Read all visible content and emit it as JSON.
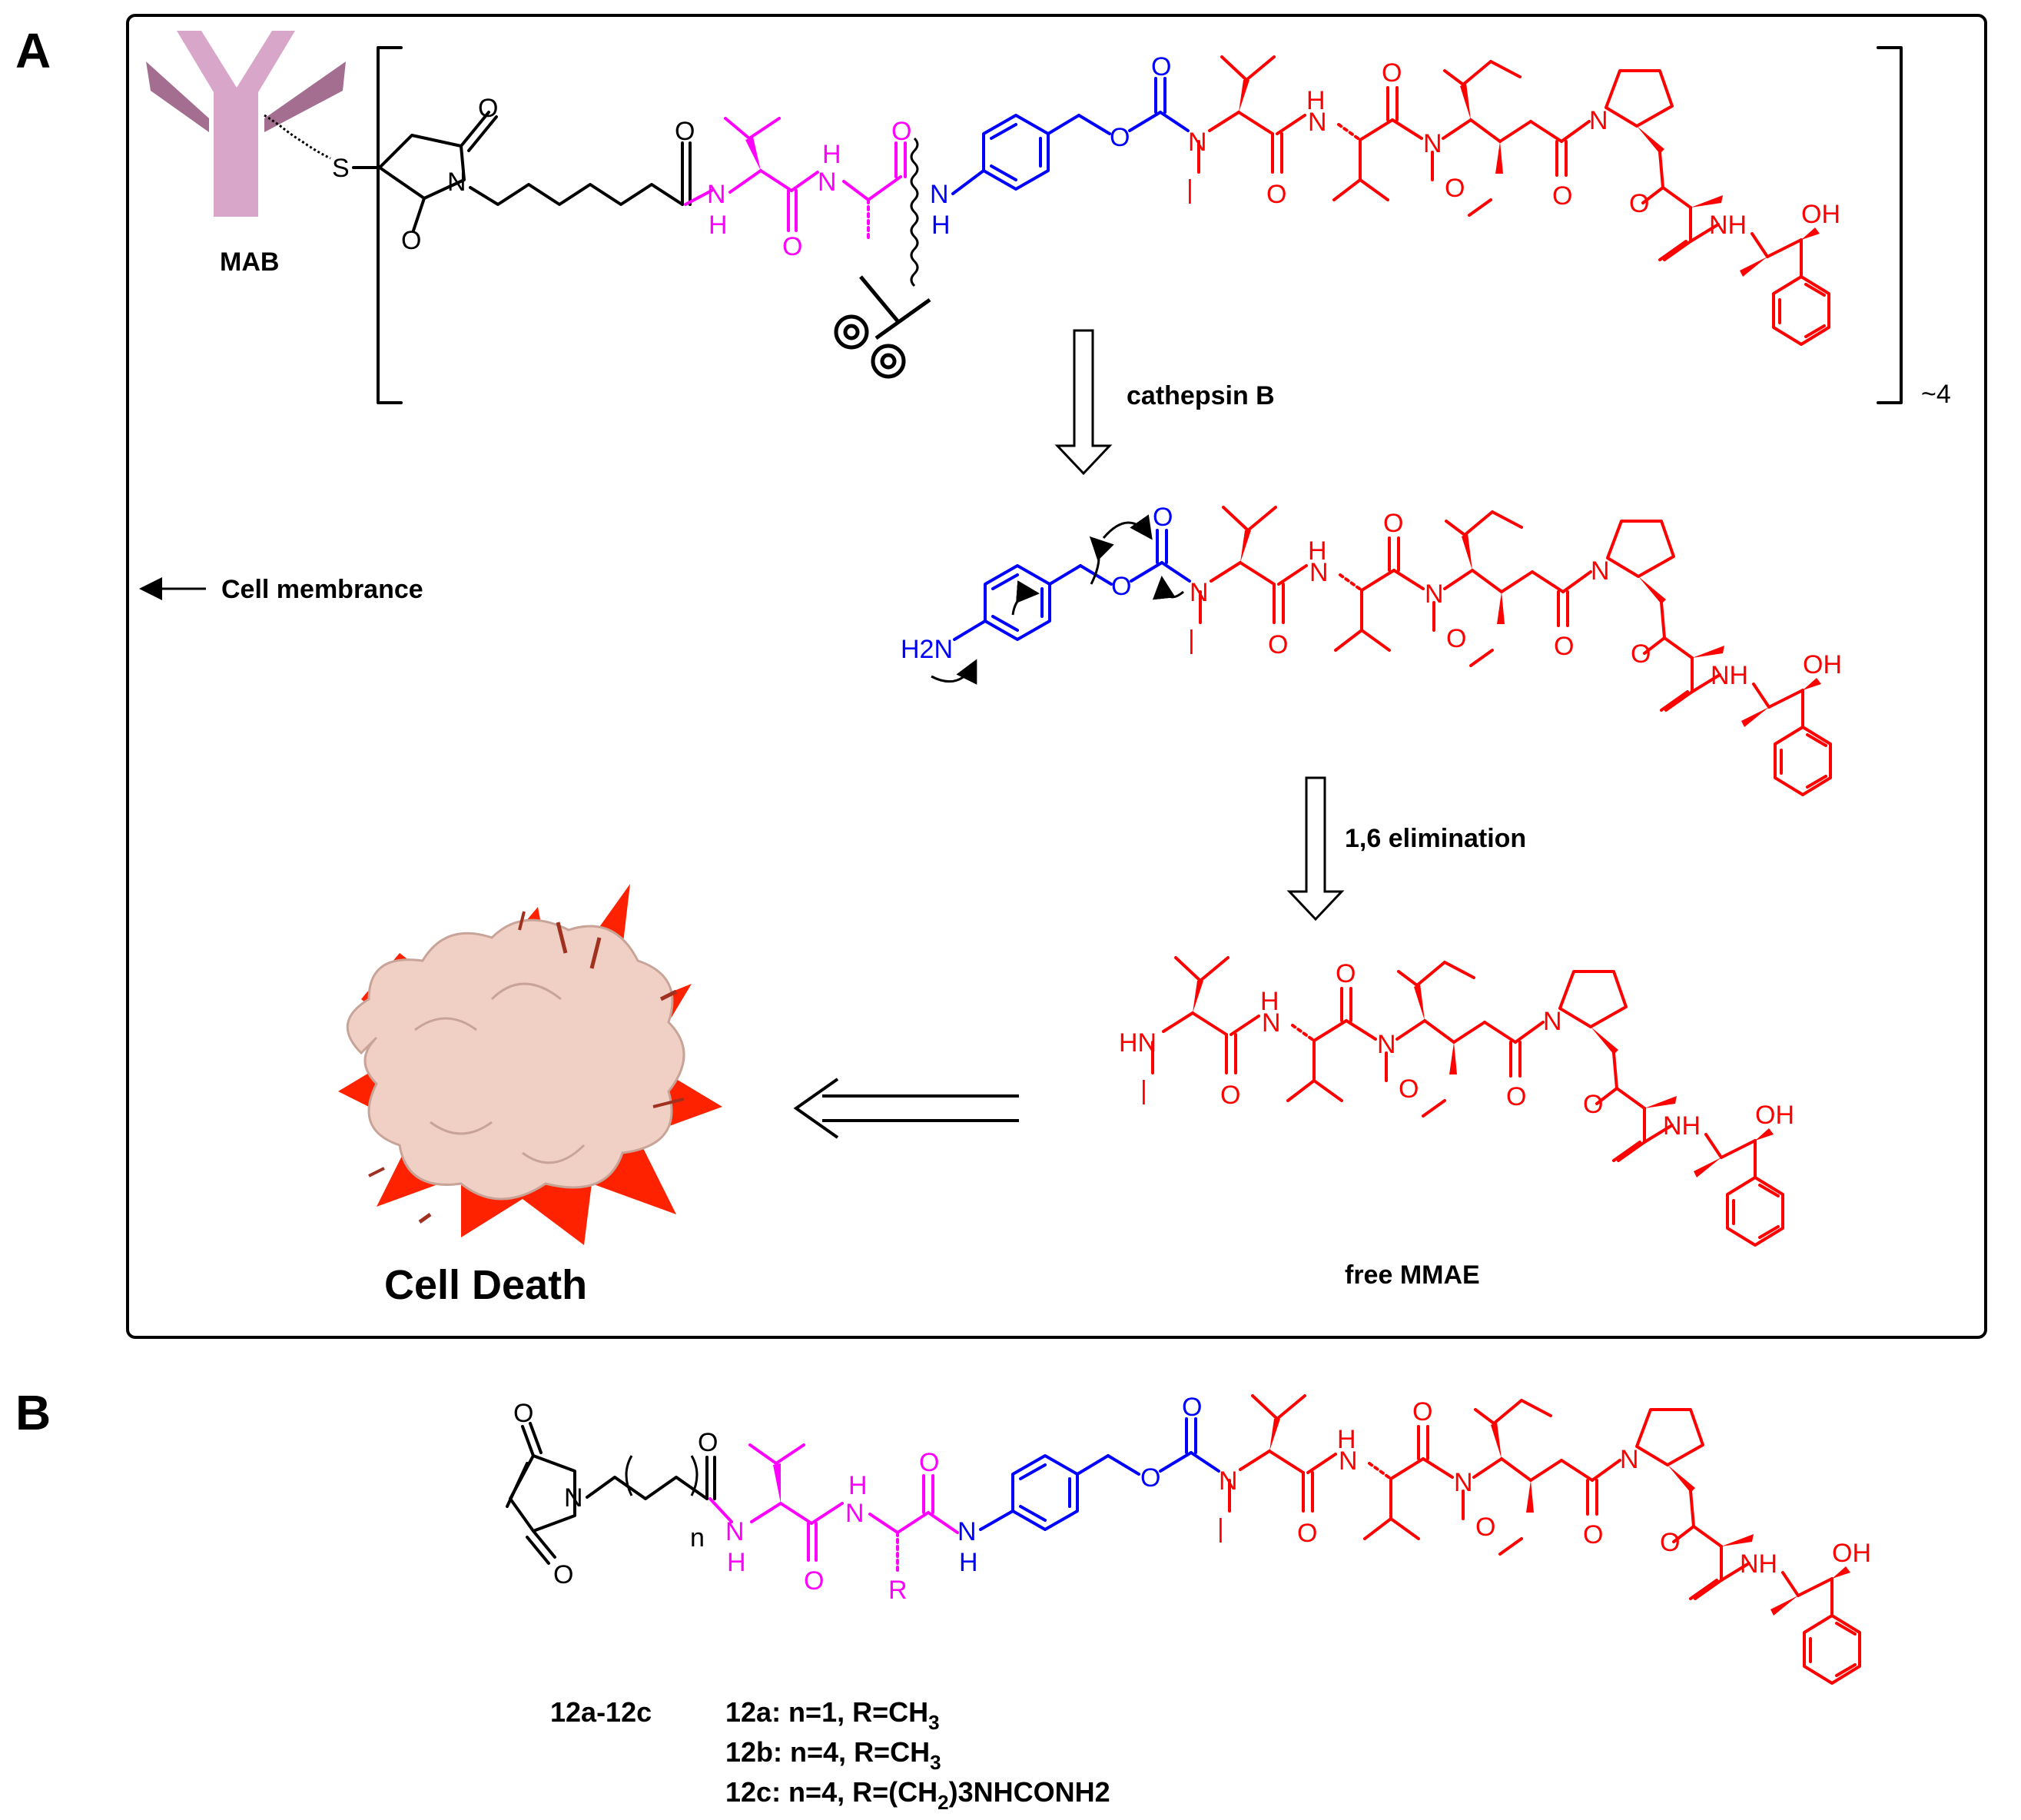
{
  "panel_a": {
    "letter": "A",
    "antibody_label": "MAB",
    "enzyme_label": "cathepsin B",
    "elimination_label": "1,6 elimination",
    "membrane_label": "Cell membrance",
    "repeat_label": "~4",
    "product_label": "free MMAE",
    "outcome_label": "Cell Death"
  },
  "panel_b": {
    "letter": "B",
    "series_label": "12a-12c",
    "variants": [
      {
        "id": "12a",
        "text": "12a: n=1, R=CH",
        "sub": "3",
        "tail": ""
      },
      {
        "id": "12b",
        "text": "12b: n=4, R=CH",
        "sub": "3",
        "tail": ""
      },
      {
        "id": "12c",
        "text": "12c: n=4, R=(CH",
        "sub": "2",
        "tail": ")3NHCONH2"
      }
    ]
  },
  "atoms": {
    "S": "S",
    "N": "N",
    "O": "O",
    "NH": "NH",
    "H": "H",
    "OH": "OH",
    "HN": "HN",
    "H2N": "H2N",
    "R": "R",
    "n": "n"
  },
  "colors": {
    "linker": "#000000",
    "dipeptide": "#ff00ff",
    "pabc_spacer": "#0000ff",
    "mmae_payload": "#ff0000",
    "antibody": "#d8a6c8",
    "cloud": "#f0d0c4",
    "burst": "#ff2200"
  }
}
